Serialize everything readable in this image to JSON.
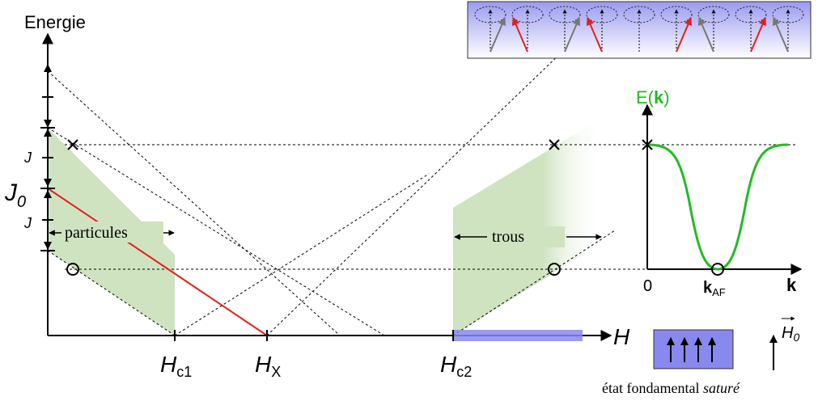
{
  "energy_axis_label": "Energie",
  "field_axis_label": "H",
  "coupling_label_j": "J",
  "coupling_label_j0": "J",
  "coupling_label_j0_sub": "0",
  "particles_label": "particules",
  "holes_label": "trous",
  "critical_fields": [
    {
      "main": "H",
      "sub": "c1"
    },
    {
      "main": "H",
      "sub": "X"
    },
    {
      "main": "H",
      "sub": "c2"
    }
  ],
  "dispersion": {
    "title_prefix": "E(",
    "title_k": "k",
    "title_suffix": ")",
    "origin_label": "0",
    "k_af_main": "k",
    "k_af_sub": "AF",
    "k_axis_label": "k",
    "curve_color": "#22bb22"
  },
  "saturated_field_main": "H",
  "saturated_field_sub": "0",
  "saturated_caption_normal": "état fondamental ",
  "saturated_caption_italic": "saturé",
  "colors": {
    "particle_region": "#cfe3c0",
    "saturated_band": "#8888ee",
    "red_line": "#e02020"
  }
}
